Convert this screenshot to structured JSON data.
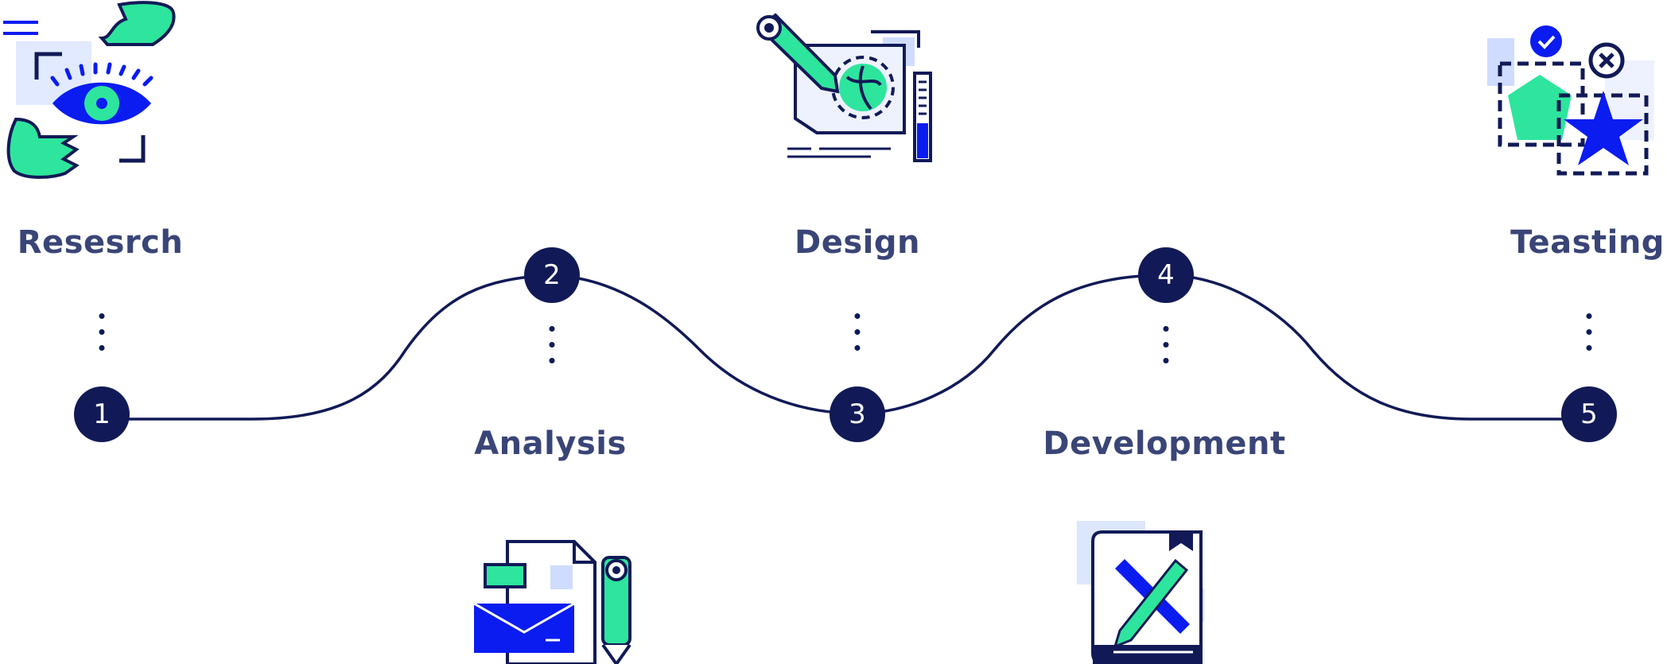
{
  "steps": [
    {
      "number": "1",
      "label": "Resesrch",
      "icon": "eye-icon"
    },
    {
      "number": "2",
      "label": "Analysis",
      "icon": "document-mail-icon"
    },
    {
      "number": "3",
      "label": "Design",
      "icon": "drawing-board-icon"
    },
    {
      "number": "4",
      "label": "Development",
      "icon": "book-tools-icon"
    },
    {
      "number": "5",
      "label": "Teasting",
      "icon": "shapes-check-icon"
    }
  ],
  "colors": {
    "navy": "#111a57",
    "label": "#3a4577",
    "green": "#2ee59d",
    "blue": "#0a1cf0",
    "light_blue": "#cfdcff"
  }
}
